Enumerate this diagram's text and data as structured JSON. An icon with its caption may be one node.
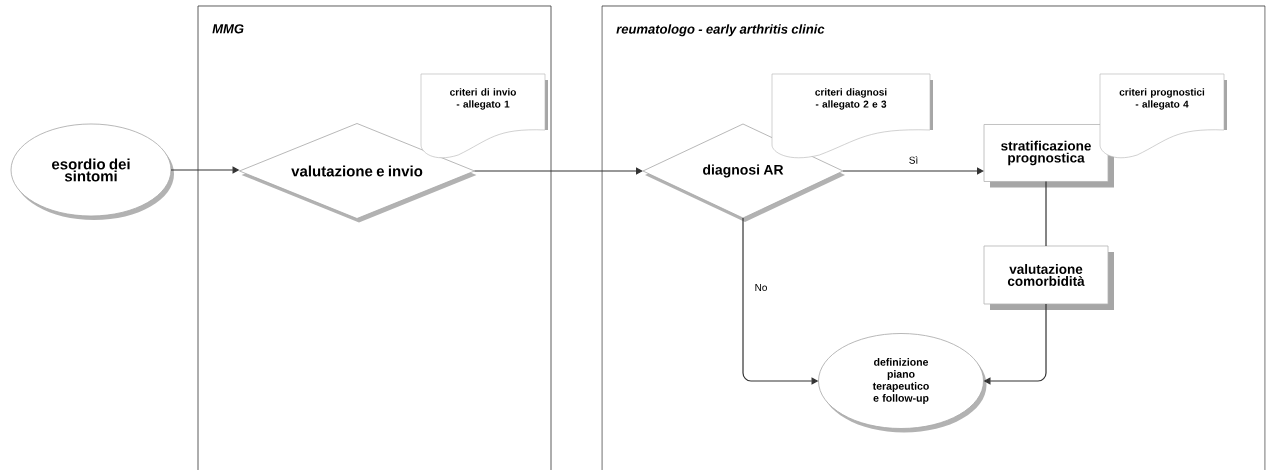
{
  "diagram": {
    "nodes": [
      {
        "text": [
          "esordio dei sintomi"
        ]
      },
      {
        "text": [
          "MMG"
        ]
      },
      {
        "text": [
          "valutazione e invio"
        ],
        "in": 1
      },
      {
        "text": [
          "criteri di invio - allegato 1"
        ],
        "in": 1
      },
      {
        "text": [
          "reumatologo - early arthritis clinic"
        ]
      },
      {
        "text": [
          "diagnosi AR"
        ],
        "in": 4
      },
      {
        "text": [
          "criteri diagnosi - allegato 2 e 3"
        ],
        "in": 4
      },
      {
        "text": [
          "stratificazione prognostica"
        ],
        "in": 4
      },
      {
        "text": [
          "criteri prognostici - allegato 4"
        ],
        "in": 4
      },
      {
        "text": [
          "valutazione comorbidità"
        ],
        "in": 4
      },
      {
        "text": [
          "definizione piano terapeutico e follow-up"
        ],
        "in": 4
      }
    ],
    "edges": [
      {
        "from": 0,
        "to": 2,
        "arrow": "to"
      },
      {
        "from": 2,
        "to": 5,
        "arrow": "to"
      },
      {
        "from": 5,
        "to": 7,
        "arrow": "to",
        "label": "Sì"
      },
      {
        "from": 7,
        "to": 9,
        "arrow": "none"
      },
      {
        "from": 9,
        "to": 10,
        "arrow": "to"
      },
      {
        "from": 5,
        "to": 10,
        "arrow": "to",
        "label": "No"
      }
    ]
  }
}
